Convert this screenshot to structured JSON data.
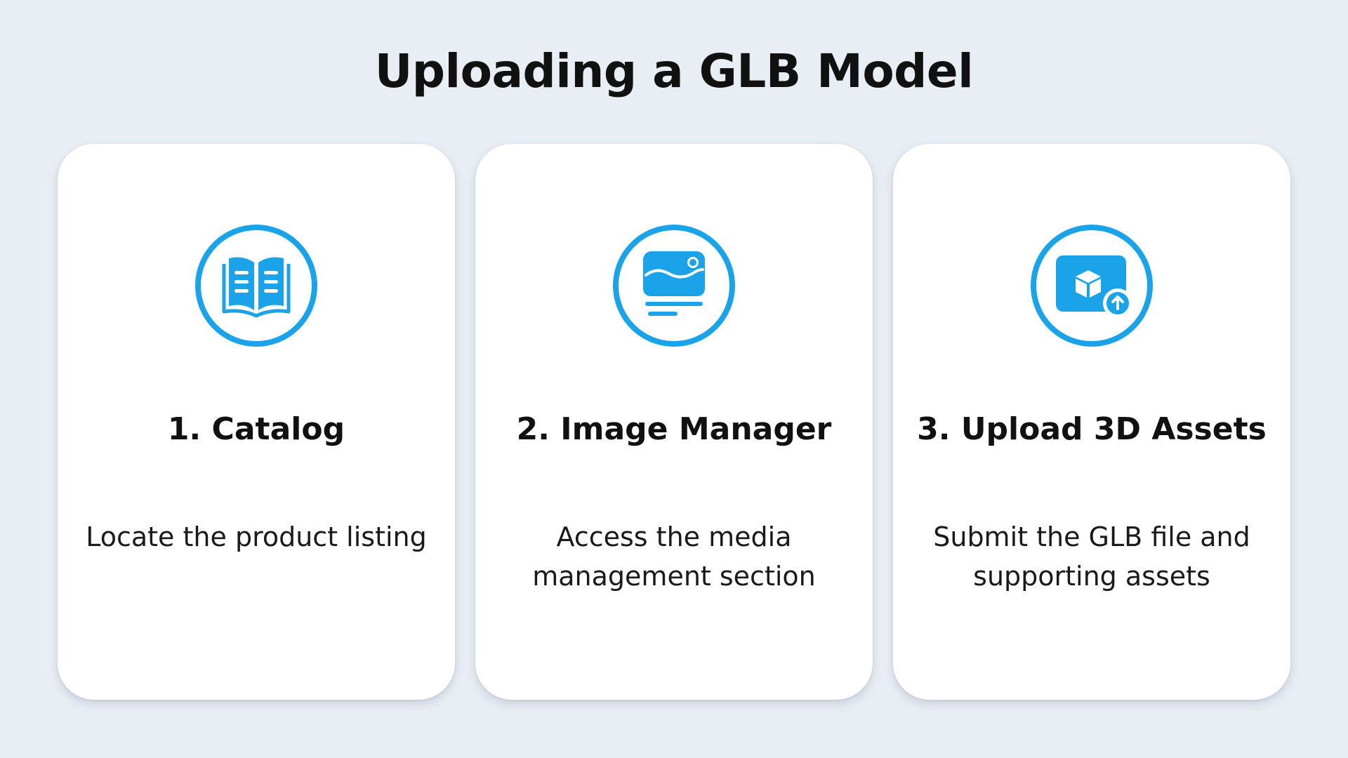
{
  "title": "Uploading a GLB Model",
  "colors": {
    "accent": "#1aa3e8",
    "background": "#e9eef5",
    "card": "#ffffff",
    "text": "#111111"
  },
  "steps": [
    {
      "title": "1. Catalog",
      "description": "Locate the product listing",
      "icon": "open-book-icon"
    },
    {
      "title": "2. Image Manager",
      "description": "Access the media management section",
      "icon": "image-monitor-icon"
    },
    {
      "title": "3. Upload 3D Assets",
      "description": "Submit the GLB file and supporting assets",
      "icon": "cube-upload-icon"
    }
  ]
}
